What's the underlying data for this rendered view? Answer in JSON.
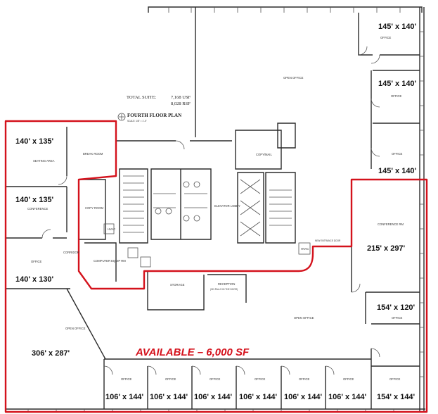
{
  "summary": {
    "label": "TOTAL SUITE:",
    "usf": "7,168 USF",
    "rsf": "8,028 RSF"
  },
  "plan_title": "FOURTH FLOOR PLAN",
  "plan_scale": "SCALE: 1/8\" = 1'-0\"",
  "available_label": "AVAILABLE – 6,000 SF",
  "dimensions": [
    "145' x 140'",
    "145' x 140'",
    "145' x 140'",
    "140' x 135'",
    "140' x 135'",
    "140' x 130'",
    "215' x 297'",
    "154' x 120'",
    "154' x 144'",
    "306' x 287'",
    "106' x 144'",
    "106' x 144'",
    "106' x 144'",
    "106' x 144'",
    "106' x 144'",
    "106' x 144'"
  ],
  "rooms": {
    "office_ne": "OFFICE",
    "open_office_n": "OPEN OFFICE",
    "office_e1": "OFFICE",
    "office_e2": "OFFICE",
    "seating_area": "SEATING AREA",
    "break_room": "BREAK ROOM",
    "conference_w": "CONFERENCE",
    "copy_room": "COPY ROOM",
    "corridor": "CORRIDOR",
    "office_w": "OFFICE",
    "computer_room": "COMPUTER EQUIP RM",
    "copy_mail": "COPY/MAIL",
    "elevator_lobby": "ELEVATOR LOBBY",
    "conference_room": "CONFERENCE RM",
    "reception": "RECEPTION",
    "reception_sub": "(ON FALLS IN THE DOOR)",
    "storage": "STORAGE",
    "open_office_c": "OPEN OFFICE",
    "open_office_sw": "OPEN OFFICE",
    "office_se": "OFFICE",
    "office_b": "OFFICE",
    "hvac": "HVAC",
    "entry_door": "NEW ENTRANCE DOOR"
  }
}
